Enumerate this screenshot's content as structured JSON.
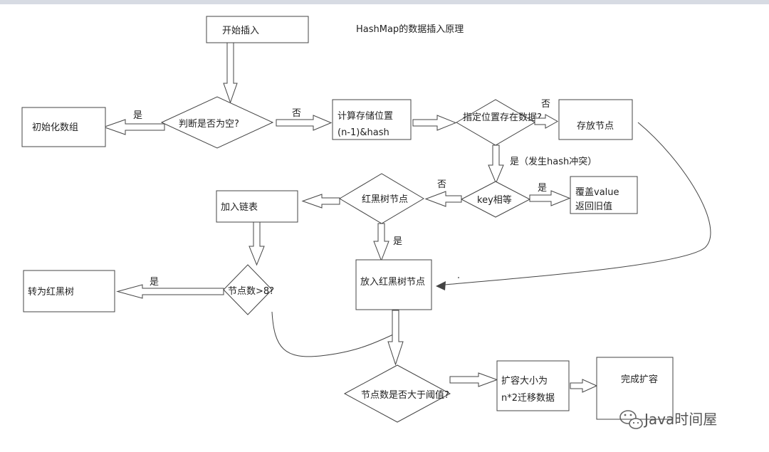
{
  "title": "HashMap的数据插入原理",
  "nodes": {
    "start": "开始插入",
    "init_array": "初始化数组",
    "is_empty": "判断是否为空?",
    "calc_pos_line1": "计算存储位置",
    "calc_pos_line2": "(n-1)&hash",
    "pos_has_data": "指定位置存在数据?",
    "store_node": "存放节点",
    "key_equal": "key相等",
    "override_line1": "覆盖value",
    "override_line2": "返回旧值",
    "rb_tree_node": "红黑树节点",
    "add_list": "加入链表",
    "put_rb_node": "放入红黑树节点",
    "count_gt8": "节点数>8?",
    "to_rb_tree": "转为红黑树",
    "gt_threshold": "节点数是否大于阈值?",
    "resize_line1": "扩容大小为",
    "resize_line2": "n*2迁移数据",
    "resize_done": "完成扩容"
  },
  "edge_labels": {
    "empty_yes": "是",
    "empty_no": "否",
    "has_data_no": "否",
    "has_data_yes": "是（发生hash冲突）",
    "key_no": "否",
    "key_yes": "是",
    "rb_yes": "是",
    "gt8_yes": "是"
  },
  "watermark": "Java时间屋",
  "watermark_icon": "wechat-icon"
}
